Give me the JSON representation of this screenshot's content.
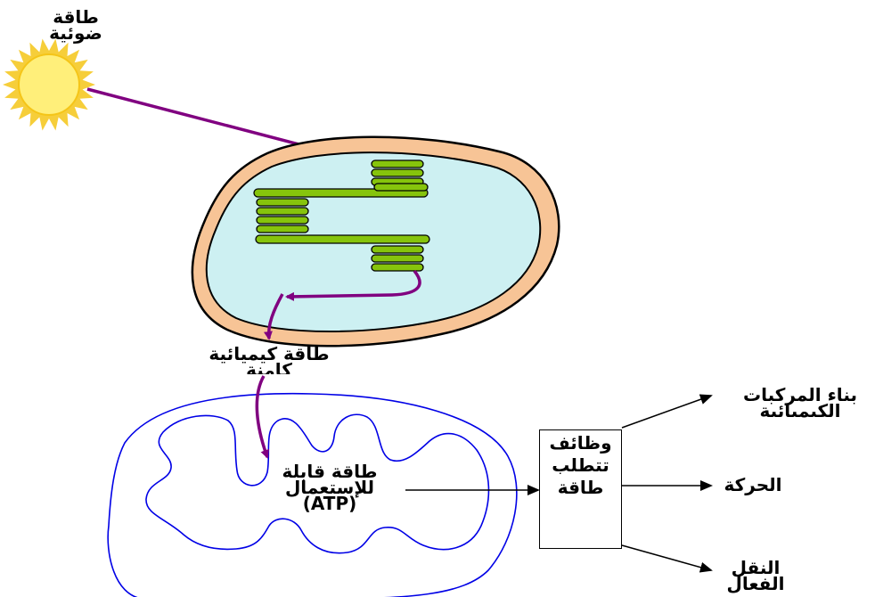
{
  "labels": {
    "light_energy": "طاقة ضوئية",
    "chemical_energy": "طاقة كيميائية كامنة",
    "usable_energy": "طاقة قابلة للإستعمال (ATP)",
    "functions_box": "وظائف تتطلب طاقة",
    "building_compounds": "بناء المركبات الكيميائية",
    "movement": "الحركة",
    "active_transport": "النقل الفعال"
  },
  "colors": {
    "sun_fill": "#ffef7a",
    "sun_rays": "#f5c518",
    "chloroplast_outer": "#f7c496",
    "chloroplast_inner": "#cdf0f2",
    "thylakoid": "#86c40c",
    "purple_arrow": "#800080",
    "mitochondrion": "#0000e6"
  },
  "icons": [
    "sun-icon"
  ]
}
